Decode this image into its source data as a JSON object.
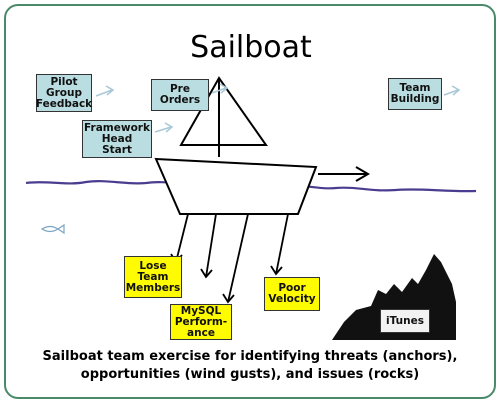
{
  "diagram": {
    "title": "Sailboat",
    "wind_notes": [
      {
        "id": "pilot",
        "text": "Pilot\nGroup\nFeedback"
      },
      {
        "id": "preorders",
        "text": "Pre\nOrders"
      },
      {
        "id": "framework",
        "text": "Framework\nHead\nStart"
      },
      {
        "id": "teambuilding",
        "text": "Team\nBuilding"
      }
    ],
    "anchor_notes": [
      {
        "id": "lose",
        "text": "Lose\nTeam\nMembers"
      },
      {
        "id": "mysql",
        "text": "MySQL\nPerform-\nance"
      },
      {
        "id": "velocity",
        "text": "Poor\nVelocity"
      }
    ],
    "rock_notes": [
      {
        "id": "itunes",
        "text": "iTunes"
      }
    ]
  },
  "caption": {
    "line1": "Sailboat team exercise for identifying threats (anchors),",
    "line2": "opportunities (wind gusts), and issues (rocks)"
  },
  "colors": {
    "wind": "#b9dde0",
    "anchor": "#fffb00",
    "water": "#4b3c8f",
    "frame": "#4a8a6a"
  }
}
